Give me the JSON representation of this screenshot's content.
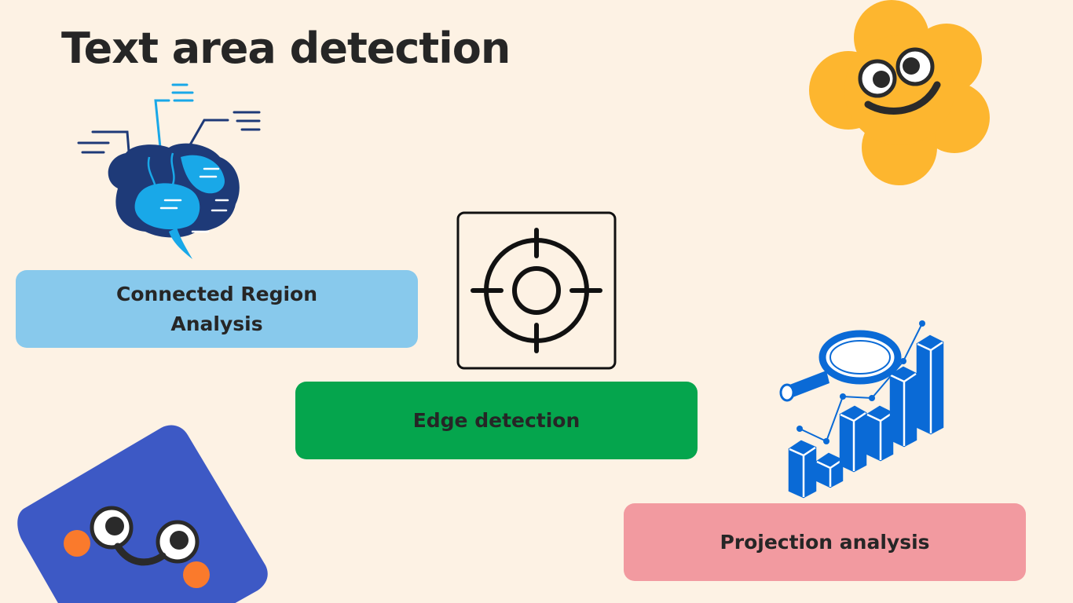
{
  "slide": {
    "title": "Text area detection",
    "labels": {
      "connected_region": "Connected Region Analysis",
      "edge_detection": "Edge detection",
      "projection_analysis": "Projection analysis"
    }
  },
  "colors": {
    "background": "#fdf2e4",
    "title_text": "#262626",
    "connected_box": "#88c9ec",
    "edge_box": "#05a54d",
    "projection_box": "#f29aa0",
    "flower": "#fdb62f",
    "blue_square": "#3d59c5",
    "cheek_orange": "#fa7a2c",
    "brain_dark": "#1e3a78",
    "brain_light": "#19a8e8",
    "chart_blue": "#0a6ad6"
  },
  "icons": {
    "brain": "brain-illustration",
    "target": "crosshair-target-icon",
    "flower": "smiling-flower-character",
    "chart": "magnifier-bar-chart-illustration",
    "square": "smiling-square-character"
  }
}
